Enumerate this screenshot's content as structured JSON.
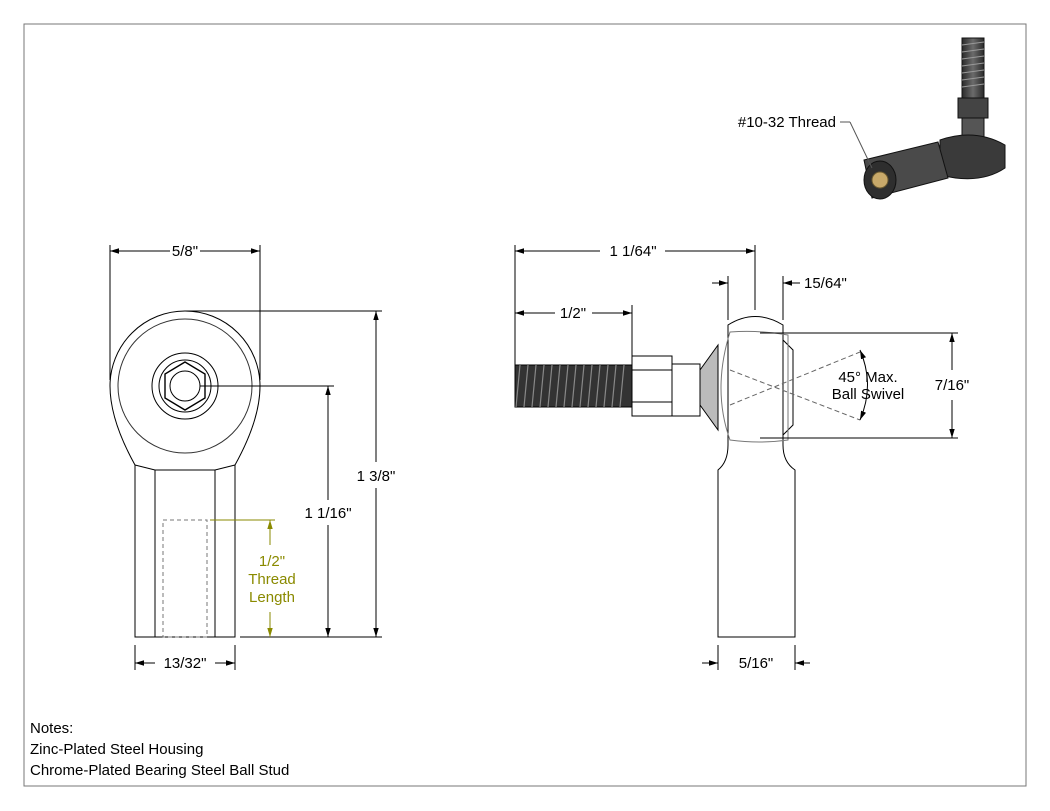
{
  "callouts": {
    "thread_spec": "#10-32 Thread"
  },
  "dimensions": {
    "front_width": "5/8\"",
    "front_total_height": "1 3/8\"",
    "front_center_height": "1 1/16\"",
    "front_shank_width": "13/32\"",
    "thread_length": [
      "1/2\"",
      "Thread",
      "Length"
    ],
    "side_overall_length": "1 1/64\"",
    "side_stud_length": "1/2\"",
    "side_ball_offset": "15/64\"",
    "side_swivel": [
      "45° Max.",
      "Ball Swivel"
    ],
    "side_ball_height": "7/16\"",
    "side_shank_thickness": "5/16\""
  },
  "notes": {
    "title": "Notes:",
    "lines": [
      "Zinc-Plated Steel Housing",
      "Chrome-Plated Bearing Steel Ball Stud"
    ]
  },
  "colors": {
    "line": "#000000",
    "dim_line": "#555555",
    "thread_callout": "#8a8a00",
    "part_shade": "#3a3a3a"
  }
}
